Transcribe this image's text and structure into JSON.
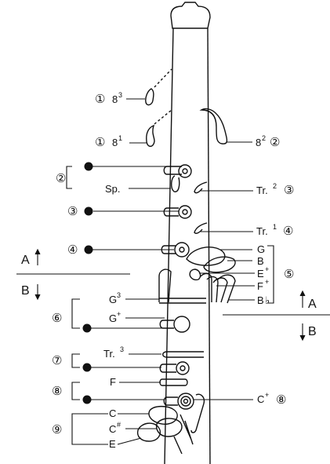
{
  "labels": {
    "oct3": "8",
    "oct3_sup": "3",
    "oct1": "8",
    "oct1_sup": "1",
    "oct2": "8",
    "oct2_sup": "2",
    "sp": "Sp.",
    "tr2": "Tr.",
    "tr2_sup": "2",
    "tr1": "Tr.",
    "tr1_sup": "1",
    "g": "G",
    "b": "B",
    "e_plus": "E",
    "f_plus": "F",
    "b_flat": "B",
    "flat_sign": "♭",
    "plus": "+",
    "g3": "G",
    "g3_sup": "3",
    "g_plus": "G",
    "tr3": "Tr.",
    "tr3_sup": "3",
    "f": "F",
    "c_plus": "C",
    "c": "C",
    "c_sharp": "C",
    "sharp_sign": "#",
    "e": "E",
    "a_left": "A",
    "b_left": "B",
    "a_right": "A",
    "b_right": "B"
  },
  "circled_numbers": {
    "n1a": "①",
    "n1b": "①",
    "n2a": "②",
    "n2b": "②",
    "n3a": "③",
    "n3b": "③",
    "n4a": "④",
    "n4b": "④",
    "n5": "⑤",
    "n6": "⑥",
    "n7": "⑦",
    "n8a": "⑧",
    "n8b": "⑧",
    "n9": "⑨"
  }
}
